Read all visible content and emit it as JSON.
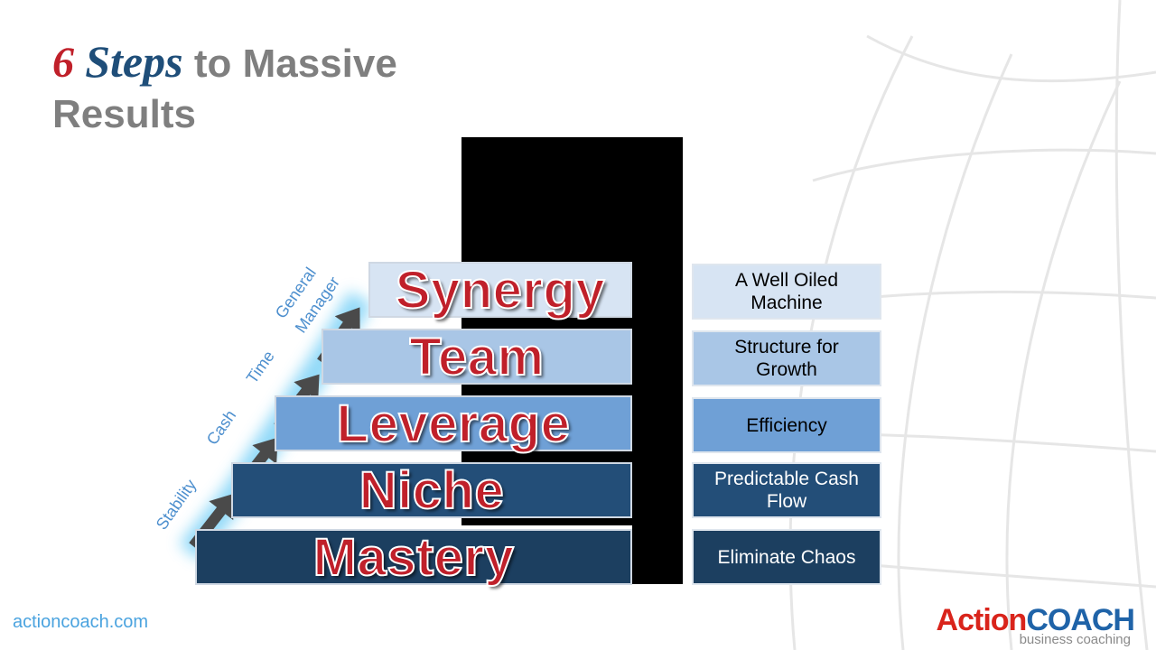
{
  "title": {
    "num": "6",
    "steps": "Steps",
    "rest": " to Massive",
    "line2": "Results"
  },
  "steps": [
    {
      "label": "Synergy",
      "color": "#d7e4f3",
      "desc": "A Well Oiled Machine",
      "desc_color": "#d7e4f3",
      "desc_text": "#000000"
    },
    {
      "label": "Team",
      "color": "#a9c6e6",
      "desc": "Structure for Growth",
      "desc_color": "#a9c6e6",
      "desc_text": "#000000"
    },
    {
      "label": "Leverage",
      "color": "#6fa0d6",
      "desc": "Efficiency",
      "desc_color": "#6fa0d6",
      "desc_text": "#000000"
    },
    {
      "label": "Niche",
      "color": "#234e78",
      "desc": "Predictable Cash Flow",
      "desc_color": "#234e78",
      "desc_text": "#ffffff"
    },
    {
      "label": "Mastery",
      "color": "#1c3f60",
      "desc": "Eliminate Chaos",
      "desc_color": "#1c3f60",
      "desc_text": "#ffffff"
    }
  ],
  "stair_labels": [
    "Stability",
    "Cash",
    "Time",
    "General",
    "Manager"
  ],
  "footer": {
    "site": "actioncoach.com",
    "logo_action": "Action",
    "logo_coach": "COACH",
    "logo_sub": "business coaching"
  },
  "colors": {
    "accent_red": "#c0202a",
    "brand_blue": "#1f4e79",
    "arrow": "#4a4a4a",
    "glow": "#7fd3f7"
  }
}
